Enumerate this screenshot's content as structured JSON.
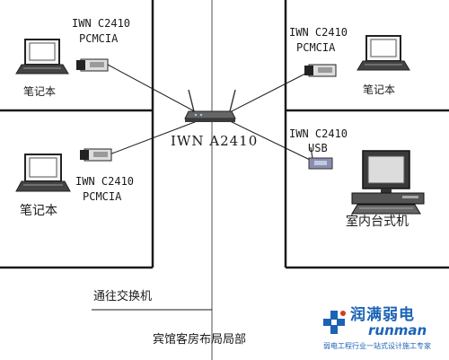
{
  "diagram": {
    "top_left": {
      "model": "IWN C2410",
      "interface": "PCMCIA",
      "device": "笔记本"
    },
    "top_right": {
      "model": "IWN C2410",
      "interface": "PCMCIA",
      "device": "笔记本"
    },
    "bottom_left": {
      "model": "IWN C2410",
      "interface": "PCMCIA",
      "device": "笔记本"
    },
    "bottom_right": {
      "model": "IWN C2410",
      "interface": "USB",
      "device": "室内台式机"
    },
    "access_point": "IWN A2410",
    "switch_note": "通往交换机",
    "footer": "宾馆客房布局局部"
  },
  "watermark": {
    "brand_cn": "润满弱电",
    "brand_en": "runman",
    "tagline": "弱电工程行业一站式设计施工专家"
  },
  "colors": {
    "wall": "#1a1a1a",
    "device": "#333333",
    "logo_blue": "#1b63b5",
    "logo_red": "#d43a2a"
  }
}
